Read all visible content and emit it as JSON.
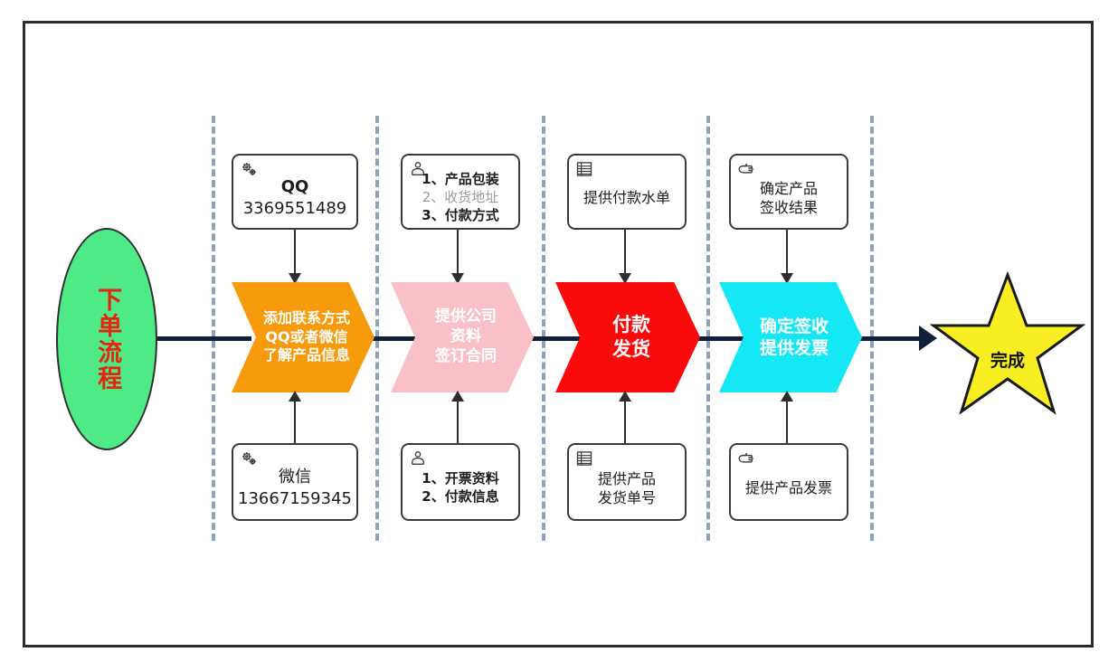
{
  "diagram": {
    "title_text": "下单流程",
    "colors": {
      "frame_border": "#2b2b2b",
      "separator": "#8da2bd",
      "spine": "#11203a",
      "start_fill": "#4dea86",
      "start_text": "#e8230f",
      "stage1_fill": "#f79a0c",
      "stage2_fill": "#f9c0c7",
      "stage3_fill": "#fa0a0a",
      "stage4_fill": "#14e8f5",
      "star_fill": "#f9ee21",
      "star_stroke": "#1a1a1a",
      "note_text": "#1d1d1d",
      "muted_note_text": "#9b9b9b"
    },
    "start": {
      "shape": "ellipse",
      "label": "下单流程"
    },
    "end": {
      "shape": "star",
      "label": "完成"
    },
    "stages": [
      {
        "id": "stage-1",
        "fill": "#f79a0c",
        "lines": [
          "添加联系方式",
          "QQ或者微信",
          "了解产品信息"
        ],
        "font_size": 16,
        "top_note": {
          "icon": "gears-icon",
          "lines": [
            {
              "text": "QQ",
              "style": "bold"
            },
            {
              "text": "3369551489",
              "style": "normal"
            }
          ],
          "font_size": 18
        },
        "bottom_note": {
          "icon": "gears-icon",
          "lines": [
            {
              "text": "微信",
              "style": "normal"
            },
            {
              "text": "13667159345",
              "style": "normal"
            }
          ],
          "font_size": 18
        }
      },
      {
        "id": "stage-2",
        "fill": "#f9c0c7",
        "lines": [
          "提供公司",
          "资料",
          "签订合同"
        ],
        "font_size": 17,
        "top_note": {
          "icon": "person-icon",
          "lines": [
            {
              "text": "1、产品包装",
              "style": "bold"
            },
            {
              "text": "2、收货地址",
              "style": "muted"
            },
            {
              "text": "3、付款方式",
              "style": "bold"
            }
          ],
          "font_size": 15
        },
        "bottom_note": {
          "icon": "person-icon",
          "lines": [
            {
              "text": "1、开票资料",
              "style": "bold"
            },
            {
              "text": "2、付款信息",
              "style": "bold"
            }
          ],
          "font_size": 15
        }
      },
      {
        "id": "stage-3",
        "fill": "#fa0a0a",
        "lines": [
          "付款",
          "发货"
        ],
        "font_size": 21,
        "top_note": {
          "icon": "list-document-icon",
          "lines": [
            {
              "text": "提供付款水单",
              "style": "normal"
            }
          ],
          "font_size": 16
        },
        "bottom_note": {
          "icon": "list-document-icon",
          "lines": [
            {
              "text": "提供产品",
              "style": "normal"
            },
            {
              "text": "发货单号",
              "style": "normal"
            }
          ],
          "font_size": 16
        }
      },
      {
        "id": "stage-4",
        "fill": "#14e8f5",
        "lines": [
          "确定签收",
          "提供发票"
        ],
        "font_size": 19,
        "top_note": {
          "icon": "pointing-hand-icon",
          "lines": [
            {
              "text": "确定产品",
              "style": "normal"
            },
            {
              "text": "签收结果",
              "style": "normal"
            }
          ],
          "font_size": 16
        },
        "bottom_note": {
          "icon": "pointing-hand-icon",
          "lines": [
            {
              "text": "提供产品发票",
              "style": "normal"
            }
          ],
          "font_size": 16
        }
      }
    ]
  }
}
